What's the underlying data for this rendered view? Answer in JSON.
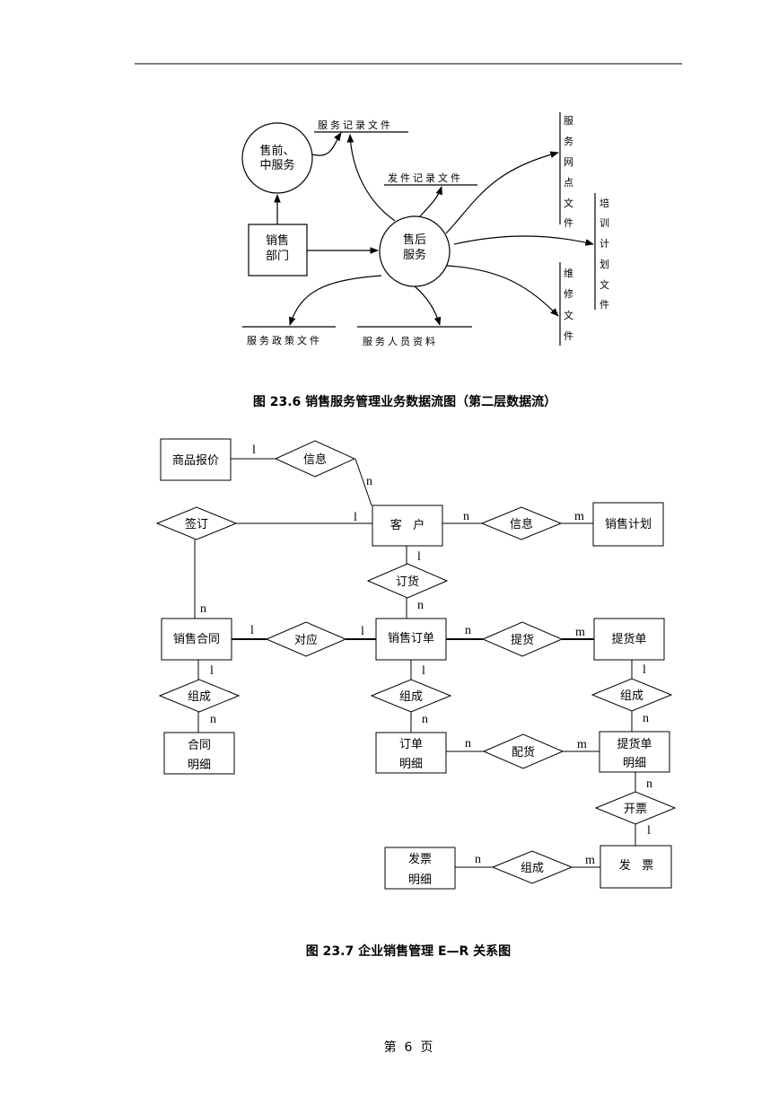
{
  "figure1": {
    "processes": {
      "presale": [
        "售前、",
        "中服务"
      ],
      "aftersale": [
        "售后",
        "服务"
      ]
    },
    "entities": {
      "sales_dept": [
        "销售",
        "部门"
      ]
    },
    "stores": {
      "service_record": "服务记录文件",
      "dispatch_record": "发件记录文件",
      "service_policy": "服务政策文件",
      "service_staff": "服务人员资料",
      "service_outlet": [
        "服",
        "务",
        "网",
        "点",
        "文",
        "件"
      ],
      "training_plan": [
        "培",
        "训",
        "计",
        "划",
        "文",
        "件"
      ],
      "repair_file": [
        "维",
        "修",
        "文",
        "件"
      ]
    },
    "caption": "图 23.6 销售服务管理业务数据流图（第二层数据流）"
  },
  "figure2": {
    "entities": {
      "quote": "商品报价",
      "customer": "客   户",
      "sales_plan": "销售计划",
      "contract": "销售合同",
      "order": "销售订单",
      "delivery": "提货单",
      "contract_detail": [
        "合同",
        "明细"
      ],
      "order_detail": [
        "订单",
        "明细"
      ],
      "delivery_detail": [
        "提货单",
        "明细"
      ],
      "invoice_detail": [
        "发票",
        "明细"
      ],
      "invoice": "发   票"
    },
    "relations": {
      "info1": "信息",
      "info2": "信息",
      "sign": "签订",
      "ordering": "订货",
      "correspond": "对应",
      "pickup": "提货",
      "compose1": "组成",
      "compose2": "组成",
      "compose3": "组成",
      "distribute": "配货",
      "billing": "开票",
      "compose4": "组成"
    },
    "cardinalities": {
      "quote_info": "l",
      "info_customer": "n",
      "sign_customer": "l",
      "customer_info2": "n",
      "info2_plan": "m",
      "customer_ordering": "l",
      "ordering_order": "n",
      "sign_contract": "n",
      "contract_correspond": "l",
      "correspond_order": "l",
      "order_pickup": "n",
      "pickup_delivery": "m",
      "contract_compose": "l",
      "compose_cdetail": "n",
      "order_compose": "l",
      "compose_odetail": "n",
      "delivery_compose": "l",
      "compose_ddetail": "n",
      "odetail_distribute": "n",
      "distribute_ddetail": "m",
      "ddetail_billing": "n",
      "billing_invoice": "l",
      "idetail_compose": "n",
      "compose_invoice": "m"
    },
    "caption": "图 23.7 企业销售管理 E—R 关系图"
  },
  "footer": {
    "page": "第  6  页"
  }
}
